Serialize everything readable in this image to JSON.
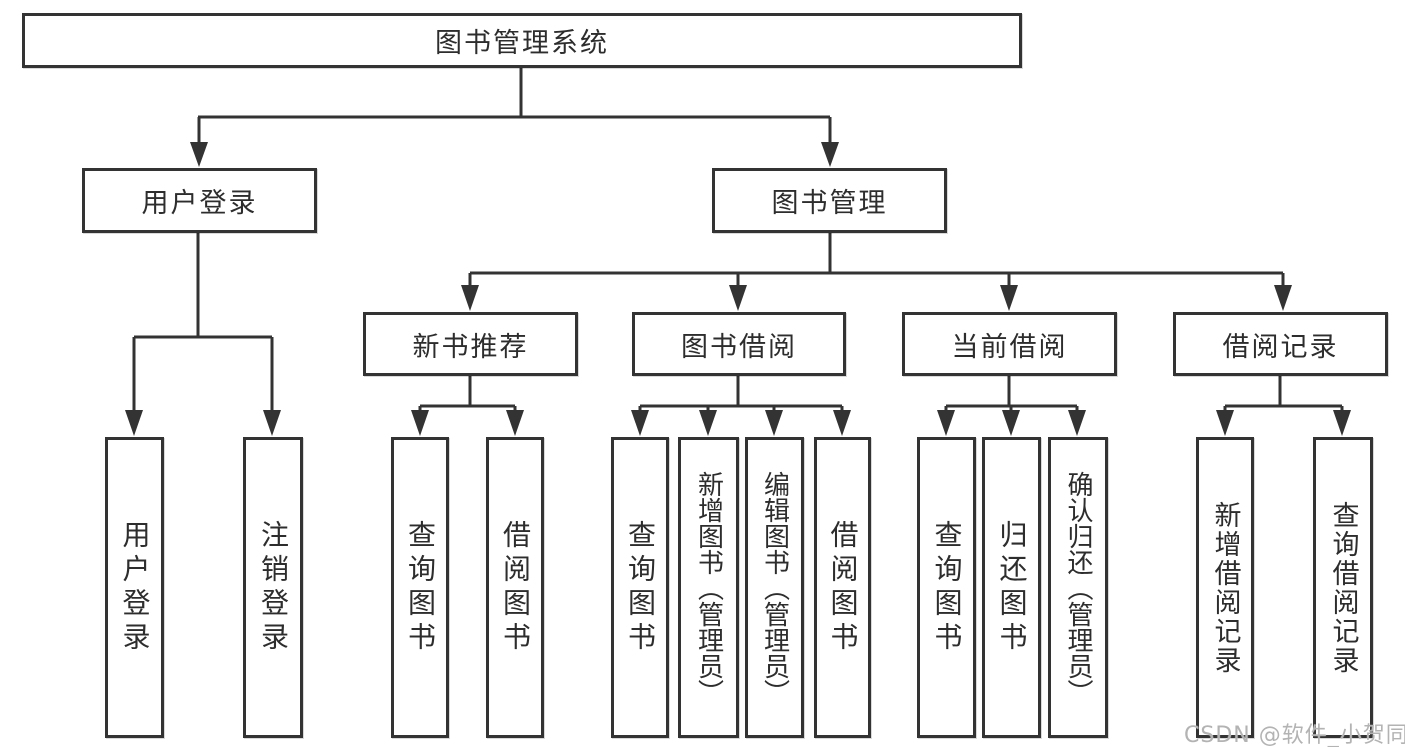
{
  "tree": {
    "root": {
      "label": "图书管理系统",
      "children": [
        {
          "label": "用户登录",
          "children": [
            {
              "label": "用户登录"
            },
            {
              "label": "注销登录"
            }
          ]
        },
        {
          "label": "图书管理",
          "children": [
            {
              "label": "新书推荐",
              "children": [
                {
                  "label": "查询图书"
                },
                {
                  "label": "借阅图书"
                }
              ]
            },
            {
              "label": "图书借阅",
              "children": [
                {
                  "label": "查询图书"
                },
                {
                  "label": "新增图书（管理员）"
                },
                {
                  "label": "编辑图书（管理员）"
                },
                {
                  "label": "借阅图书"
                }
              ]
            },
            {
              "label": "当前借阅",
              "children": [
                {
                  "label": "查询图书"
                },
                {
                  "label": "归还图书"
                },
                {
                  "label": "确认归还（管理员）"
                }
              ]
            },
            {
              "label": "借阅记录",
              "children": [
                {
                  "label": "新增借阅记录"
                },
                {
                  "label": "查询借阅记录"
                }
              ]
            }
          ]
        }
      ]
    }
  },
  "watermark": {
    "text": "CSDN @软件_小贺同学"
  },
  "colors": {
    "line": "#333333",
    "box_border": "#333333",
    "box_background": "#ffffff",
    "text": "#2d2d2d",
    "watermark": "#b3b3b3",
    "page_background": "#ffffff"
  }
}
